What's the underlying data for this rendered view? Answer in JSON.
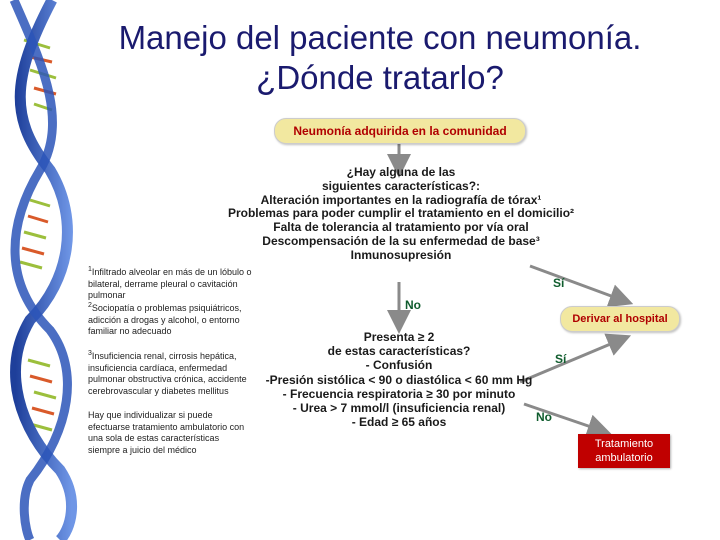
{
  "title": {
    "line1": "Manejo del paciente con neumonía.",
    "line2": "¿Dónde tratarlo?"
  },
  "start_box": "Neumonía adquirida en la comunidad",
  "question1": {
    "lines": [
      "¿Hay alguna de las",
      "siguientes características?:",
      "Alteración importantes en la radiografía de tórax¹",
      "Problemas para poder cumplir el tratamiento en el domicilio²",
      "Falta de tolerancia al tratamiento por vía oral",
      "Descompensación de la su enfermedad de base³",
      "Inmunosupresión"
    ]
  },
  "question2": {
    "lines": [
      "Presenta ≥ 2",
      "de estas características?",
      "- Confusión",
      "-Presión sistólica < 90 o diastólica < 60 mm Hg",
      "- Frecuencia respiratoria ≥ 30 por minuto",
      "- Urea > 7 mmol/l (insuficiencia renal)",
      "- Edad ≥ 65 años"
    ]
  },
  "labels": {
    "yes1": "Sí",
    "no1": "No",
    "yes2": "Sí",
    "no2": "No"
  },
  "outcomes": {
    "hospital": "Derivar al hospital",
    "ambulatory_line1": "Tratamiento",
    "ambulatory_line2": "ambulatorio"
  },
  "notes": {
    "n1_sup": "1",
    "n1": "Infiltrado alveolar en más de un lóbulo o bilateral, derrame pleural o cavitación pulmonar",
    "n2_sup": "2",
    "n2": "Sociopatía o problemas psiquiátricos, adicción a drogas y alcohol, o entorno familiar no adecuado",
    "n3_sup": "3",
    "n3": "Insuficiencia renal, cirrosis hepática, insuficiencia cardíaca, enfermedad pulmonar obstructiva crónica, accidente cerebrovascular y diabetes mellitus",
    "n4": "Hay que individualizar si puede efectuarse tratamiento ambulatorio con una sola de estas características siempre a juicio del médico"
  },
  "colors": {
    "title": "#1a1a6e",
    "pill_bg": "#f2e8a0",
    "pill_text": "#b00000",
    "label_green": "#0f5c2d",
    "outcome_red": "#c00000",
    "arrow": "#8a8a8a"
  },
  "decoration": "dna-helix"
}
